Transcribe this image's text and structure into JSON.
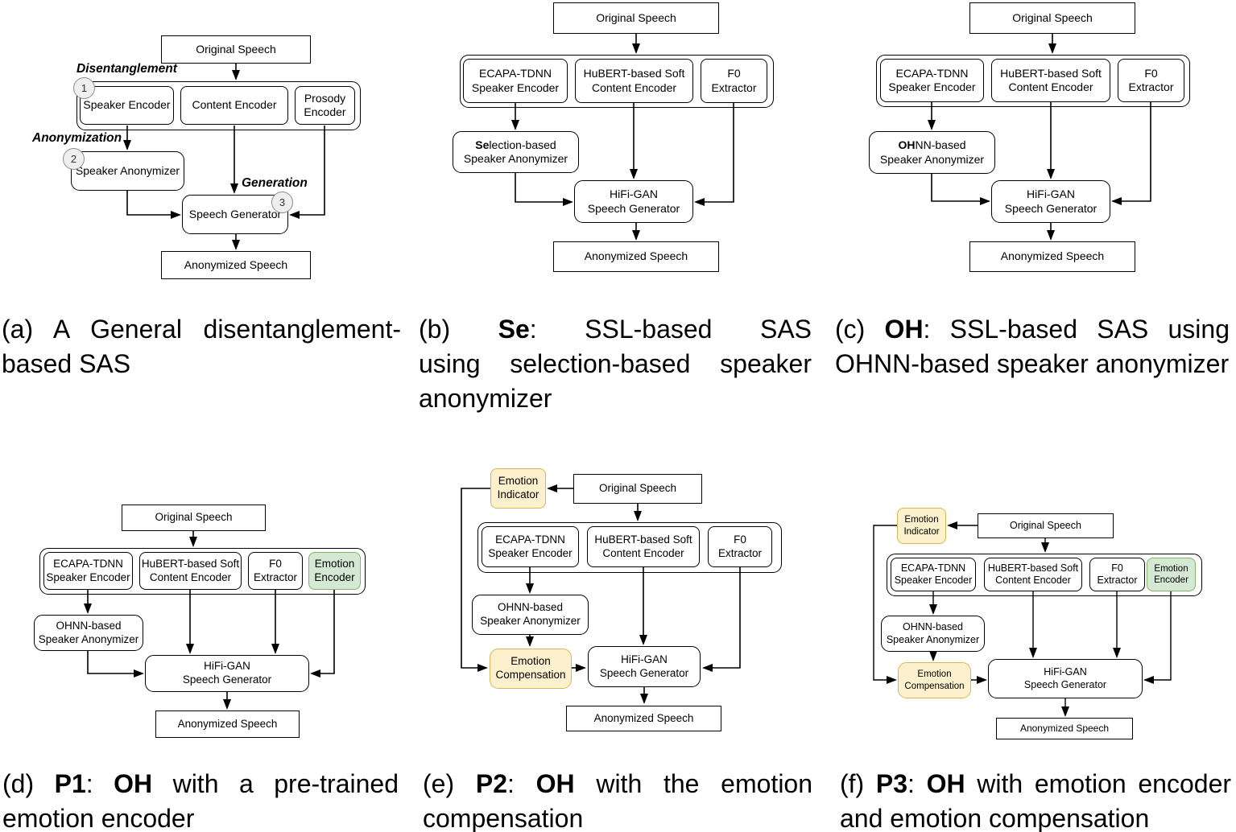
{
  "colors": {
    "box_border": "#000000",
    "box_fill": "#ffffff",
    "emotion_yellow_fill": "#fdf1cd",
    "emotion_yellow_border": "#d6b656",
    "emotion_green_fill": "#d5e8d4",
    "emotion_green_border": "#82b366",
    "step_circle_fill": "#efefef",
    "step_circle_border": "#8c8c8c"
  },
  "panels": {
    "a": {
      "labels": {
        "disentanglement": "Disentanglement",
        "anonymization": "Anonymization",
        "generation": "Generation",
        "step1": "1",
        "step2": "2",
        "step3": "3"
      },
      "boxes": {
        "original_speech": "Original Speech",
        "speaker_encoder": "Speaker Encoder",
        "content_encoder": "Content Encoder",
        "prosody_l1": "Prosody",
        "prosody_l2": "Encoder",
        "speaker_anonymizer": "Speaker Anonymizer",
        "speech_generator": "Speech Generator",
        "anonymized_speech": "Anonymized Speech"
      }
    },
    "b": {
      "boxes": {
        "original_speech": "Original Speech",
        "ecapa_l1": "ECAPA-TDNN",
        "ecapa_l2": "Speaker Encoder",
        "hubert_l1": "HuBERT-based Soft",
        "hubert_l2": "Content Encoder",
        "f0_l1": "F0",
        "f0_l2": "Extractor",
        "anonymizer_l1_bold": "Se",
        "anonymizer_l1_rest": "lection-based",
        "anonymizer_l2": "Speaker Anonymizer",
        "hifigan_l1": "HiFi-GAN",
        "hifigan_l2": "Speech Generator",
        "anonymized_speech": "Anonymized Speech"
      }
    },
    "c": {
      "boxes": {
        "original_speech": "Original Speech",
        "ecapa_l1": "ECAPA-TDNN",
        "ecapa_l2": "Speaker Encoder",
        "hubert_l1": "HuBERT-based Soft",
        "hubert_l2": "Content Encoder",
        "f0_l1": "F0",
        "f0_l2": "Extractor",
        "anonymizer_l1_bold": "OH",
        "anonymizer_l1_rest": "NN-based",
        "anonymizer_l2": "Speaker Anonymizer",
        "hifigan_l1": "HiFi-GAN",
        "hifigan_l2": "Speech Generator",
        "anonymized_speech": "Anonymized Speech"
      }
    },
    "d": {
      "boxes": {
        "original_speech": "Original Speech",
        "ecapa_l1": "ECAPA-TDNN",
        "ecapa_l2": "Speaker Encoder",
        "hubert_l1": "HuBERT-based Soft",
        "hubert_l2": "Content Encoder",
        "f0_l1": "F0",
        "f0_l2": "Extractor",
        "emotion_encoder_l1": "Emotion",
        "emotion_encoder_l2": "Encoder",
        "ohnn_l1": "OHNN-based",
        "ohnn_l2": "Speaker Anonymizer",
        "hifigan_l1": "HiFi-GAN",
        "hifigan_l2": "Speech Generator",
        "anonymized_speech": "Anonymized Speech"
      }
    },
    "e": {
      "boxes": {
        "emotion_indicator_l1": "Emotion",
        "emotion_indicator_l2": "Indicator",
        "original_speech": "Original Speech",
        "ecapa_l1": "ECAPA-TDNN",
        "ecapa_l2": "Speaker Encoder",
        "hubert_l1": "HuBERT-based Soft",
        "hubert_l2": "Content Encoder",
        "f0_l1": "F0",
        "f0_l2": "Extractor",
        "ohnn_l1": "OHNN-based",
        "ohnn_l2": "Speaker Anonymizer",
        "emotion_comp_l1": "Emotion",
        "emotion_comp_l2": "Compensation",
        "hifigan_l1": "HiFi-GAN",
        "hifigan_l2": "Speech Generator",
        "anonymized_speech": "Anonymized Speech"
      }
    },
    "f": {
      "boxes": {
        "emotion_indicator_l1": "Emotion",
        "emotion_indicator_l2": "Indicator",
        "original_speech": "Original Speech",
        "ecapa_l1": "ECAPA-TDNN",
        "ecapa_l2": "Speaker Encoder",
        "hubert_l1": "HuBERT-based Soft",
        "hubert_l2": "Content Encoder",
        "f0_l1": "F0",
        "f0_l2": "Extractor",
        "emotion_encoder_l1": "Emotion",
        "emotion_encoder_l2": "Encoder",
        "ohnn_l1": "OHNN-based",
        "ohnn_l2": "Speaker Anonymizer",
        "emotion_comp_l1": "Emotion",
        "emotion_comp_l2": "Compensation",
        "hifigan_l1": "HiFi-GAN",
        "hifigan_l2": "Speech Generator",
        "anonymized_speech": "Anonymized Speech"
      }
    }
  },
  "captions": {
    "a": {
      "l1": "(a) A General disentanglement-",
      "l2": "based SAS"
    },
    "b": {
      "l1s1": "(b) ",
      "l1b1": "Se",
      "l1s2": ": SSL-based SAS",
      "l2": "using selection-based speaker",
      "l3": "anonymizer"
    },
    "c": {
      "l1s1": "(c) ",
      "l1b1": "OH",
      "l1s2": ": SSL-based SAS using",
      "l2": "OHNN-based speaker anonymizer"
    },
    "d": {
      "l1s1": "(d) ",
      "l1b1": "P1",
      "l1s2": ": ",
      "l1b2": "OH",
      "l1s3": " with a pre-trained",
      "l2": "emotion encoder"
    },
    "e": {
      "l1s1": "(e) ",
      "l1b1": "P2",
      "l1s2": ": ",
      "l1b2": "OH",
      "l1s3": " with the emotion",
      "l2": "compensation"
    },
    "f": {
      "l1s1": "(f) ",
      "l1b1": "P3",
      "l1s2": ": ",
      "l1b2": "OH",
      "l1s3": " with emotion encoder",
      "l2": "and emotion compensation"
    }
  }
}
